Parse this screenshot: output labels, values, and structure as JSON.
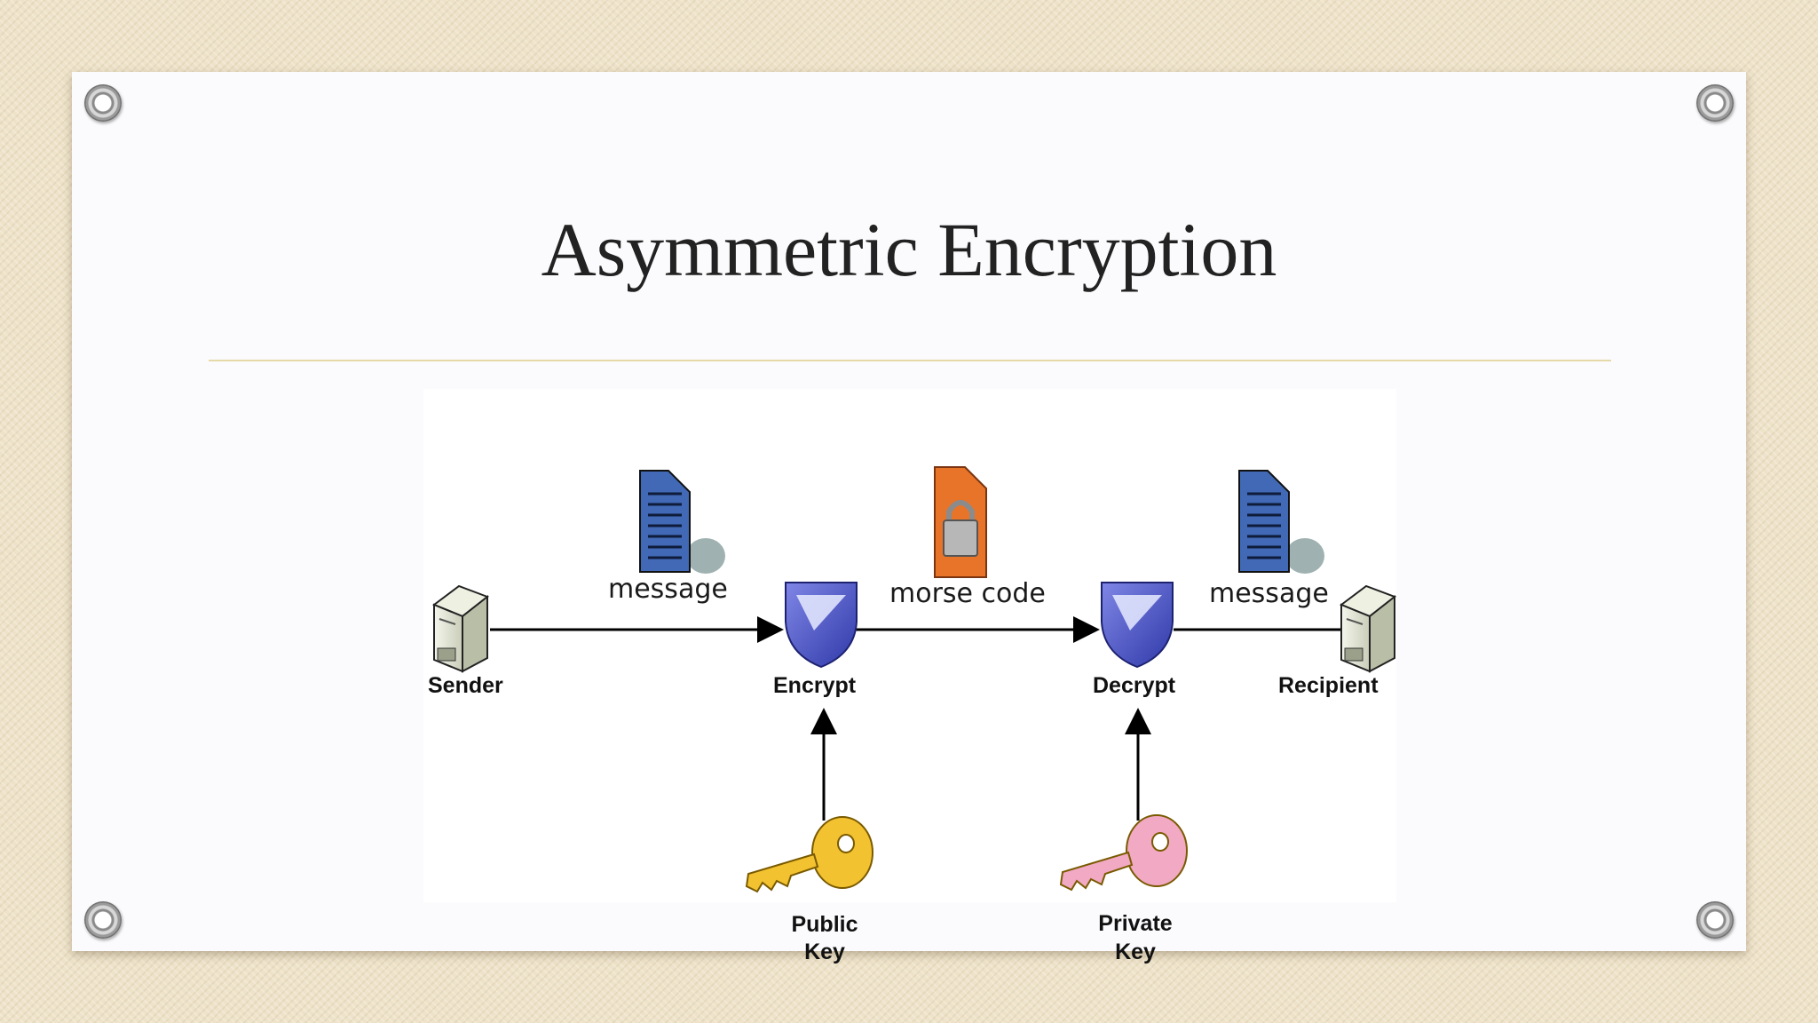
{
  "slide": {
    "title": "Asymmetric Encryption"
  },
  "diagram": {
    "nodes": {
      "sender": "Sender",
      "encrypt": "Encrypt",
      "decrypt": "Decrypt",
      "recipient": "Recipient"
    },
    "edges": {
      "sender_to_encrypt": "message",
      "encrypt_to_decrypt": "morse code",
      "decrypt_to_recipient": "message"
    },
    "keys": {
      "public_line1": "Public",
      "public_line2": "Key",
      "private_line1": "Private",
      "private_line2": "Key"
    },
    "colors": {
      "public_key": "#f2c230",
      "private_key": "#f1a9c4",
      "shield": "#4a55c8",
      "document": "#3f64b0",
      "lock_document": "#e8742a"
    }
  }
}
